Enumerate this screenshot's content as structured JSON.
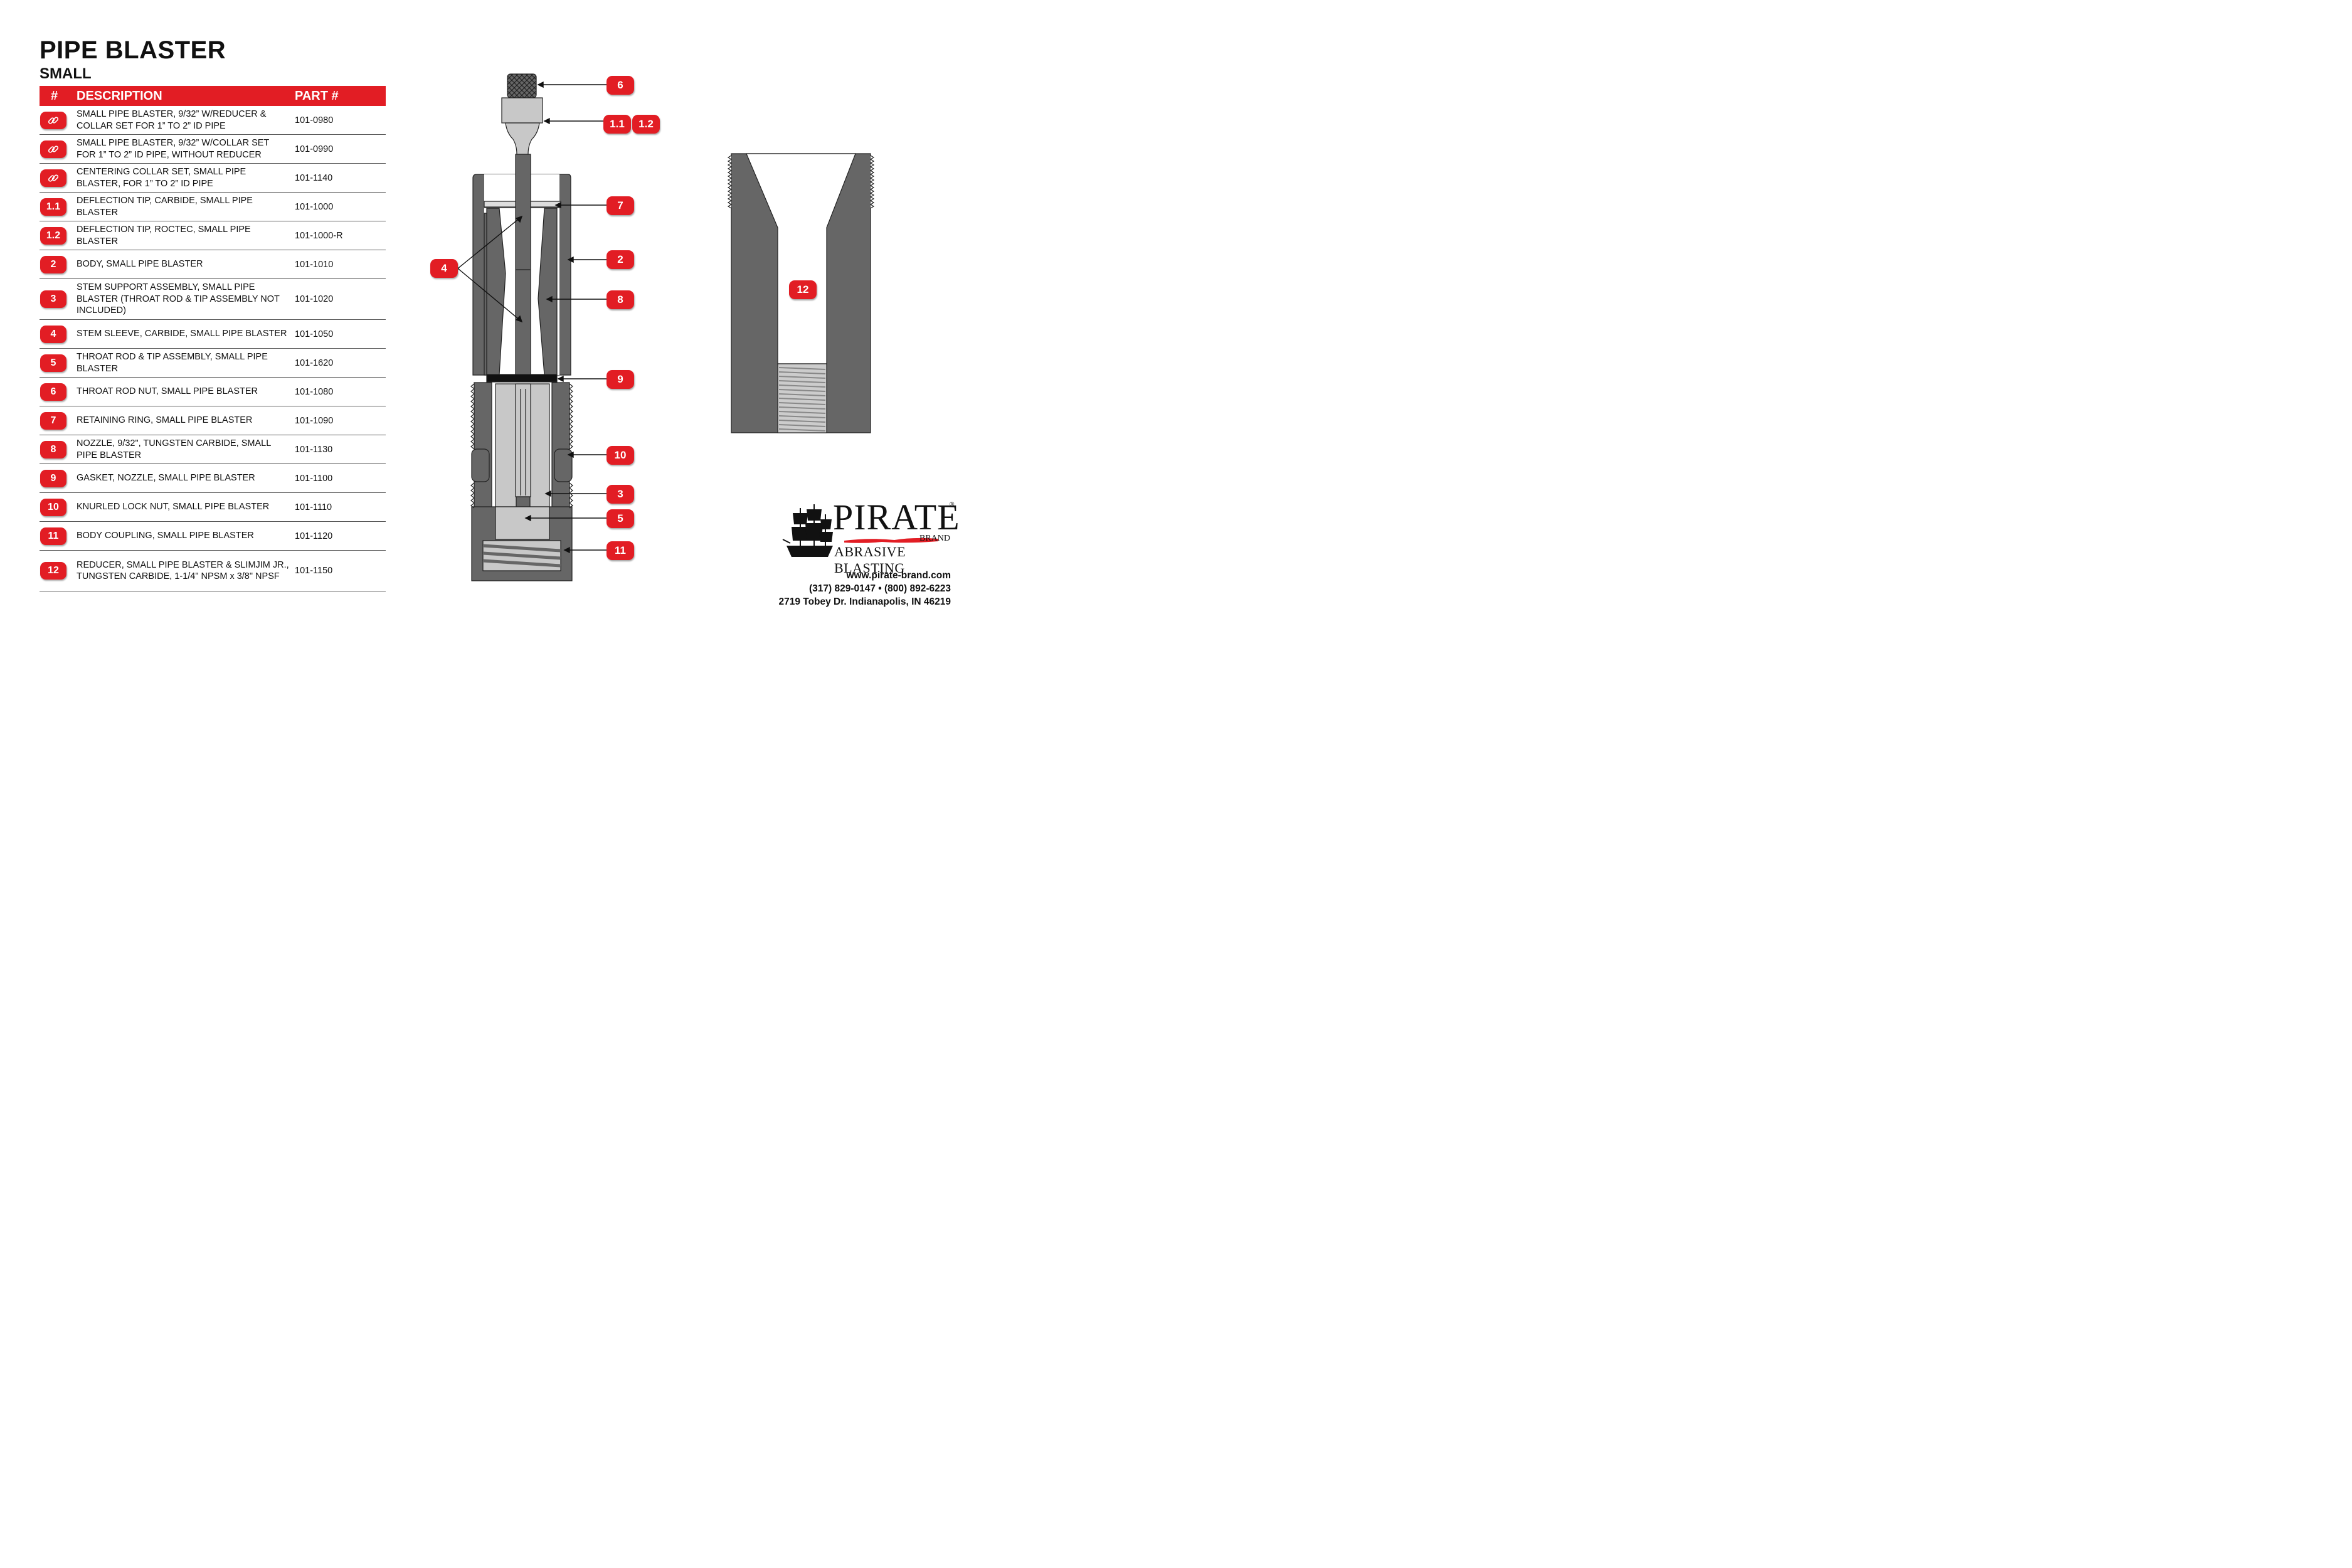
{
  "header": {
    "title": "PIPE BLASTER",
    "subtitle": "SMALL"
  },
  "table": {
    "headers": {
      "num": "#",
      "description": "DESCRIPTION",
      "part": "PART #"
    },
    "rows": [
      {
        "num": "",
        "icon": "link-icon",
        "description": "SMALL PIPE BLASTER, 9/32” W/REDUCER & COLLAR SET FOR 1” TO 2” ID PIPE",
        "part": "101-0980"
      },
      {
        "num": "",
        "icon": "link-icon",
        "description": "SMALL PIPE BLASTER, 9/32” W/COLLAR SET FOR 1” TO 2” ID PIPE, WITHOUT REDUCER",
        "part": "101-0990"
      },
      {
        "num": "",
        "icon": "link-icon",
        "description": "CENTERING COLLAR SET, SMALL PIPE BLASTER, FOR 1” TO 2” ID PIPE",
        "part": "101-1140"
      },
      {
        "num": "1.1",
        "description": "DEFLECTION TIP, CARBIDE, SMALL PIPE BLASTER",
        "part": "101-1000"
      },
      {
        "num": "1.2",
        "description": "DEFLECTION TIP, ROCTEC, SMALL PIPE BLASTER",
        "part": "101-1000-R"
      },
      {
        "num": "2",
        "description": "BODY, SMALL PIPE BLASTER",
        "part": "101-1010"
      },
      {
        "num": "3",
        "description": "STEM SUPPORT ASSEMBLY, SMALL PIPE BLASTER (THROAT ROD & TIP ASSEMBLY NOT INCLUDED)",
        "part": "101-1020"
      },
      {
        "num": "4",
        "description": "STEM SLEEVE, CARBIDE, SMALL PIPE BLASTER",
        "part": "101-1050"
      },
      {
        "num": "5",
        "description": "THROAT ROD & TIP ASSEMBLY, SMALL PIPE BLASTER",
        "part": "101-1620"
      },
      {
        "num": "6",
        "description": "THROAT ROD NUT, SMALL PIPE BLASTER",
        "part": "101-1080"
      },
      {
        "num": "7",
        "description": "RETAINING RING, SMALL PIPE BLASTER",
        "part": "101-1090"
      },
      {
        "num": "8",
        "description": "NOZZLE, 9/32\", TUNGSTEN CARBIDE, SMALL PIPE BLASTER",
        "part": "101-1130"
      },
      {
        "num": "9",
        "description": "GASKET, NOZZLE, SMALL PIPE BLASTER",
        "part": "101-1100"
      },
      {
        "num": "10",
        "description": "KNURLED LOCK NUT, SMALL PIPE BLASTER",
        "part": "101-1110"
      },
      {
        "num": "11",
        "description": "BODY COUPLING, SMALL PIPE BLASTER",
        "part": "101-1120"
      },
      {
        "num": "12",
        "description": "REDUCER, SMALL PIPE BLASTER & SLIMJIM JR., TUNGSTEN CARBIDE, 1-1/4\" NPSM x 3/8\" NPSF",
        "part": "101-1150"
      }
    ]
  },
  "callouts": {
    "c6": "6",
    "c11a": "1.1",
    "c12a": "1.2",
    "c7": "7",
    "c4": "4",
    "c2": "2",
    "c8": "8",
    "c9": "9",
    "c10": "10",
    "c3": "3",
    "c5": "5",
    "c11": "11",
    "c12": "12"
  },
  "logo": {
    "pirate": "PIRATE",
    "registered": "®",
    "brand": "BRAND",
    "abrasive": "ABRASIVE BLASTING"
  },
  "contact": {
    "website": "www.pirate-brand.com",
    "phones": "(317) 829-0147 • (800) 892-6223",
    "address": "2719 Tobey Dr. Indianapolis, IN 46219"
  },
  "colors": {
    "accent": "#e21d24",
    "dark_metal": "#666666",
    "light_metal": "#c8c8c8"
  }
}
